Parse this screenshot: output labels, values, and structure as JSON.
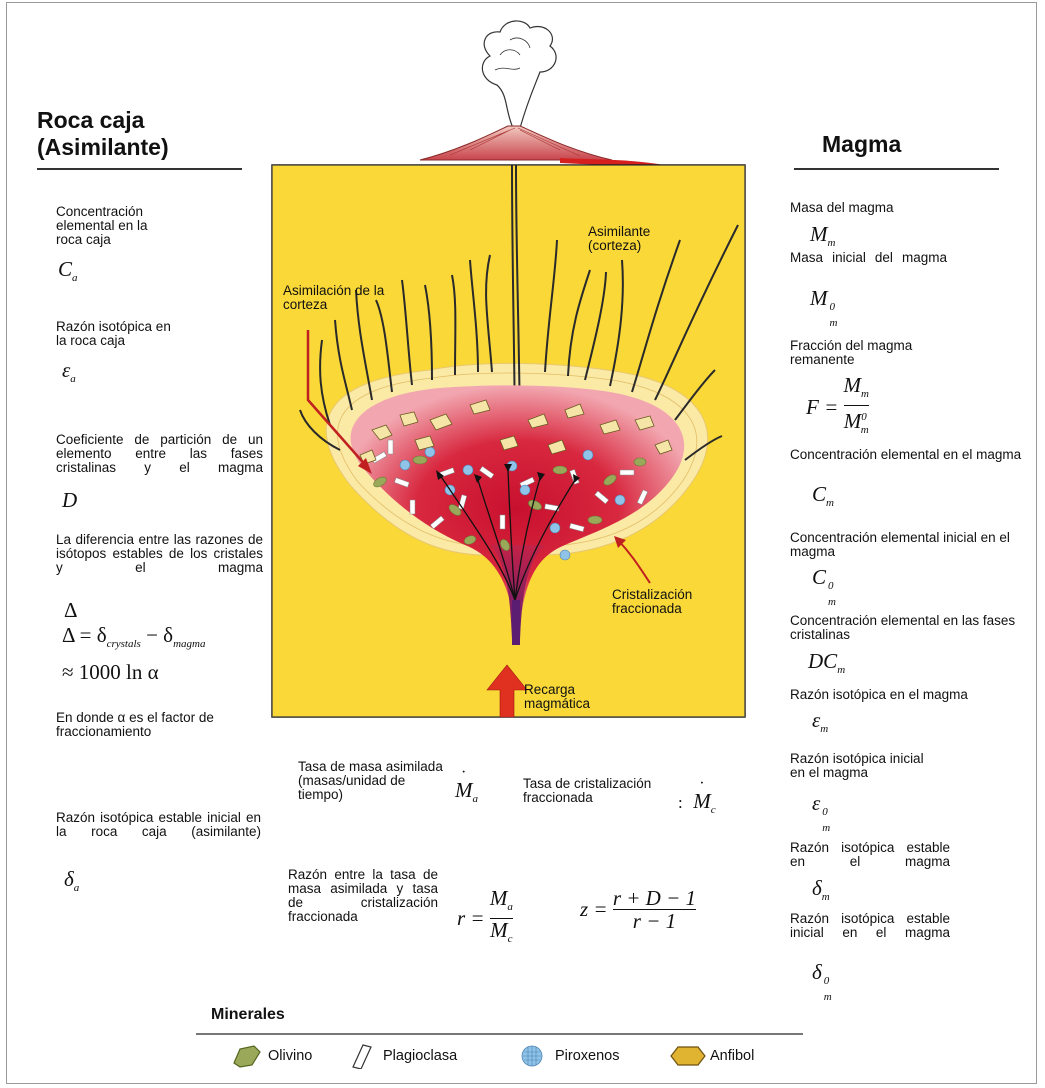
{
  "left": {
    "title_line1": "Roca caja",
    "title_line2": "(Asimilante)",
    "conc_label": "Concentración elemental en la roca caja",
    "conc_sym": "C",
    "conc_sub": "a",
    "iso_label": "Razón isotópica en la roca caja",
    "iso_sym": "ε",
    "iso_sub": "a",
    "part_label": "Coeficiente de partición de un elemento entre las fases cristalinas y el magma",
    "part_sym": "D",
    "diff_label": "La diferencia entre las razones de isótopos estables de los cristales y el magma",
    "diff_sym": "Δ",
    "diff_eq_lhs": "Δ = δ",
    "diff_eq_sub1": "crystals",
    "diff_eq_mid": " − δ",
    "diff_eq_sub2": "magma",
    "diff_eq2": "≈ 1000 ln α",
    "alpha_label": "En donde α es el factor de fraccionamiento",
    "stable_label": "Razón isotópica estable inicial en la roca caja (asimilante)",
    "stable_sym": "δ",
    "stable_sub": "a"
  },
  "right": {
    "title": "Magma",
    "mass_label": "Masa del magma",
    "mass_sym": "M",
    "mass_sub": "m",
    "mass0_label": "Masa inicial del magma",
    "frac_label": "Fracción del magma remanente",
    "frac_F": "F =",
    "conc_label": "Concentración elemental en el magma",
    "conc_sym": "C",
    "conc0_label": "Concentración elemental inicial en el magma",
    "concfases_label": "Concentración elemental en las fases cristalinas",
    "concfases_sym": "DC",
    "iso_label": "Razón isotópica en el magma",
    "iso_sym": "ε",
    "iso0_label": "Razón isotópica inicial en el magma",
    "stable_label": "Razón isotópica estable en el magma",
    "stable_sym": "δ",
    "stable0_label": "Razón isotópica estable inicial en el magma",
    "sub_m": "m",
    "sup_0": "0"
  },
  "center": {
    "asim_rate_label": "Tasa de masa asimilada (masas/unidad de tiempo)",
    "asim_sym": "M",
    "asim_sub": "a",
    "cryst_rate_label": "Tasa de cristalización fraccionada",
    "cryst_colon": ":",
    "cryst_sym": "M",
    "cryst_sub": "c",
    "ratio_label": "Razón entre la tasa de masa asimilada y tasa de cristalización fraccionada",
    "r_eq": "r =",
    "z_eq": "z =",
    "z_num": "r + D − 1",
    "z_den": "r − 1"
  },
  "diagram": {
    "asim_corteza": "Asimilación de la corteza",
    "asimilante": "Asimilante (corteza)",
    "cristalizacion": "Cristalización fraccionada",
    "recarga": "Recarga magmática"
  },
  "legend": {
    "title": "Minerales",
    "items": [
      {
        "label": "Olivino",
        "color": "#9aa85a"
      },
      {
        "label": "Plagioclasa",
        "color": "#ffffff"
      },
      {
        "label": "Piroxenos",
        "color": "#8fc3e8"
      },
      {
        "label": "Anfibol",
        "color": "#e0b430"
      }
    ]
  },
  "colors": {
    "yellow_bg": "#f7d31c",
    "magma_red": "#d22845",
    "arrow_red": "#e03020"
  }
}
